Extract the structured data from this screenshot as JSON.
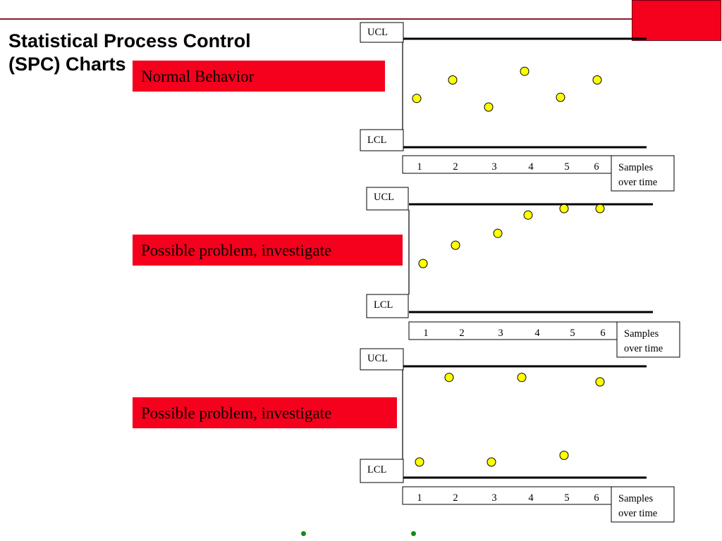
{
  "slide": {
    "title_line1": "Statistical Process Control",
    "title_line2": "(SPC) Charts"
  },
  "colors": {
    "accent_red": "#f5001d",
    "point_fill": "#ffff00",
    "bullet_green": "#138a1a"
  },
  "chart_data": [
    {
      "type": "scatter",
      "label": "Normal Behavior",
      "upper_line_label": "UCL",
      "lower_line_label": "LCL",
      "x": [
        "1",
        "2",
        "3",
        "4",
        "5",
        "6"
      ],
      "x_axis_label": [
        "Samples",
        "over time"
      ],
      "y_scale": "UCL = 1, LCL = 0",
      "values": [
        0.45,
        0.62,
        0.37,
        0.7,
        0.46,
        0.62
      ]
    },
    {
      "type": "scatter",
      "label": "Possible problem, investigate",
      "upper_line_label": "UCL",
      "lower_line_label": "LCL",
      "x": [
        "1",
        "2",
        "3",
        "4",
        "5",
        "6"
      ],
      "x_axis_label": [
        "Samples",
        "over time"
      ],
      "y_scale": "UCL = 1, LCL = 0",
      "values": [
        0.45,
        0.62,
        0.73,
        0.9,
        0.96,
        0.96
      ]
    },
    {
      "type": "scatter",
      "label": "Possible problem, investigate",
      "upper_line_label": "UCL",
      "lower_line_label": "LCL",
      "x": [
        "1",
        "2",
        "3",
        "4",
        "5",
        "6"
      ],
      "x_axis_label": [
        "Samples",
        "over time"
      ],
      "y_scale": "UCL = 1, LCL = 0",
      "values": [
        0.14,
        0.9,
        0.14,
        0.9,
        0.2,
        0.86
      ]
    }
  ]
}
